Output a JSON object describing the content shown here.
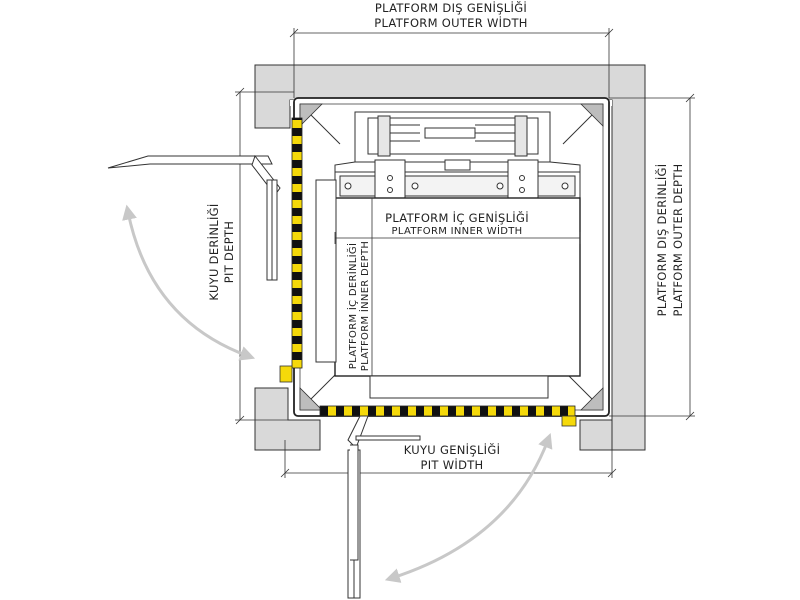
{
  "labels": {
    "platform_outer_width_tr": "PLATFORM DIŞ GENİŞLİĞİ",
    "platform_outer_width_en": "PLATFORM OUTER WİDTH",
    "platform_outer_depth_tr": "PLATFORM DIŞ DERİNLİĞİ",
    "platform_outer_depth_en": "PLATFORM OUTER DEPTH",
    "platform_inner_width_tr": "PLATFORM İÇ GENİŞLİĞİ",
    "platform_inner_width_en": "PLATFORM INNER WİDTH",
    "platform_inner_depth_tr": "PLATFORM İÇ DERİNLİĞİ",
    "platform_inner_depth_en": "PLATFORM İNNER DEPTH",
    "pit_depth_tr": "KUYU DERİNLİĞİ",
    "pit_depth_en": "PIT DEPTH",
    "pit_width_tr": "KUYU GENİŞLİĞİ",
    "pit_width_en": "PIT WİDTH"
  },
  "colors": {
    "wall_fill": "#d9d9d9",
    "hazard_yellow": "#f5d90a",
    "hazard_black": "#111111",
    "arrow_gray": "#c8c8c8"
  }
}
